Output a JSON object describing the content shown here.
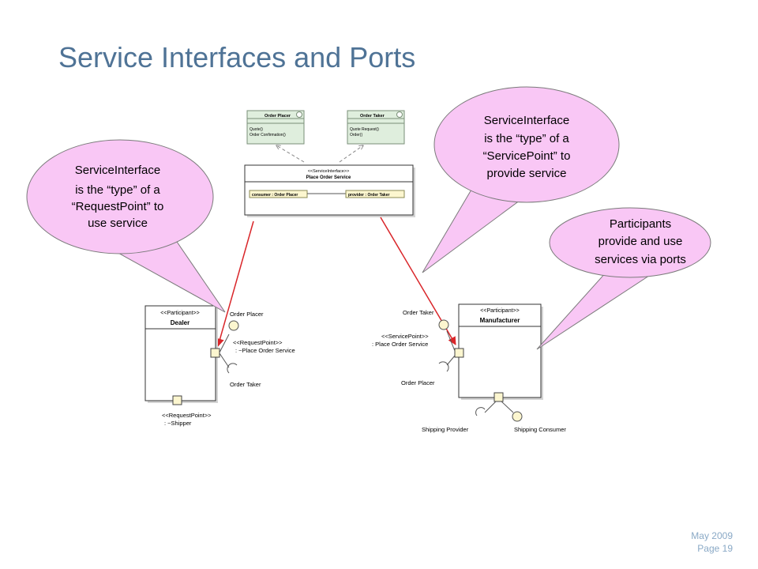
{
  "slide": {
    "title": "Service Interfaces and Ports",
    "footer_date": "May 2009",
    "footer_page": "Page 19"
  },
  "colors": {
    "title": "#4f7396",
    "callout_fill": "#f9c7f5",
    "arrow": "#d9262a",
    "footer": "#8aa9c6"
  },
  "callouts": {
    "request": [
      "ServiceInterface",
      "is the “type” of a",
      "“RequestPoint” to",
      "use service"
    ],
    "service": [
      "ServiceInterface",
      "is the “type” of a",
      "“ServicePoint” to",
      "provide service"
    ],
    "participants": [
      "Participants",
      "provide and use",
      "services via ports"
    ]
  },
  "interfaces": {
    "order_placer": {
      "name": "Order Placer",
      "ops": [
        "Quote()",
        "Order Confirmation()"
      ]
    },
    "order_taker": {
      "name": "Order Taker",
      "ops": [
        "Quote Request()",
        "Order()"
      ]
    }
  },
  "service_interface": {
    "stereotype": "<<ServiceInterface>>",
    "name": "Place Order Service",
    "consumer": "consumer : Order Placer",
    "provider": "provider : Order Taker"
  },
  "dealer": {
    "stereotype": "<<Participant>>",
    "name": "Dealer",
    "provided_label": "Order Placer",
    "required_label": "Order Taker",
    "port_stereotype": "<<RequestPoint>>",
    "port_name": ": ~Place Order Service",
    "bottom_port_stereotype": "<<RequestPoint>>",
    "bottom_port_name": ": ~Shipper"
  },
  "manufacturer": {
    "stereotype": "<<Participant>>",
    "name": "Manufacturer",
    "provided_label": "Order Taker",
    "required_label": "Order Placer",
    "port_stereotype": "<<ServicePoint>>",
    "port_name": ": Place Order Service",
    "bottom_left_label": "Shipping Provider",
    "bottom_right_label": "Shipping Consumer"
  }
}
